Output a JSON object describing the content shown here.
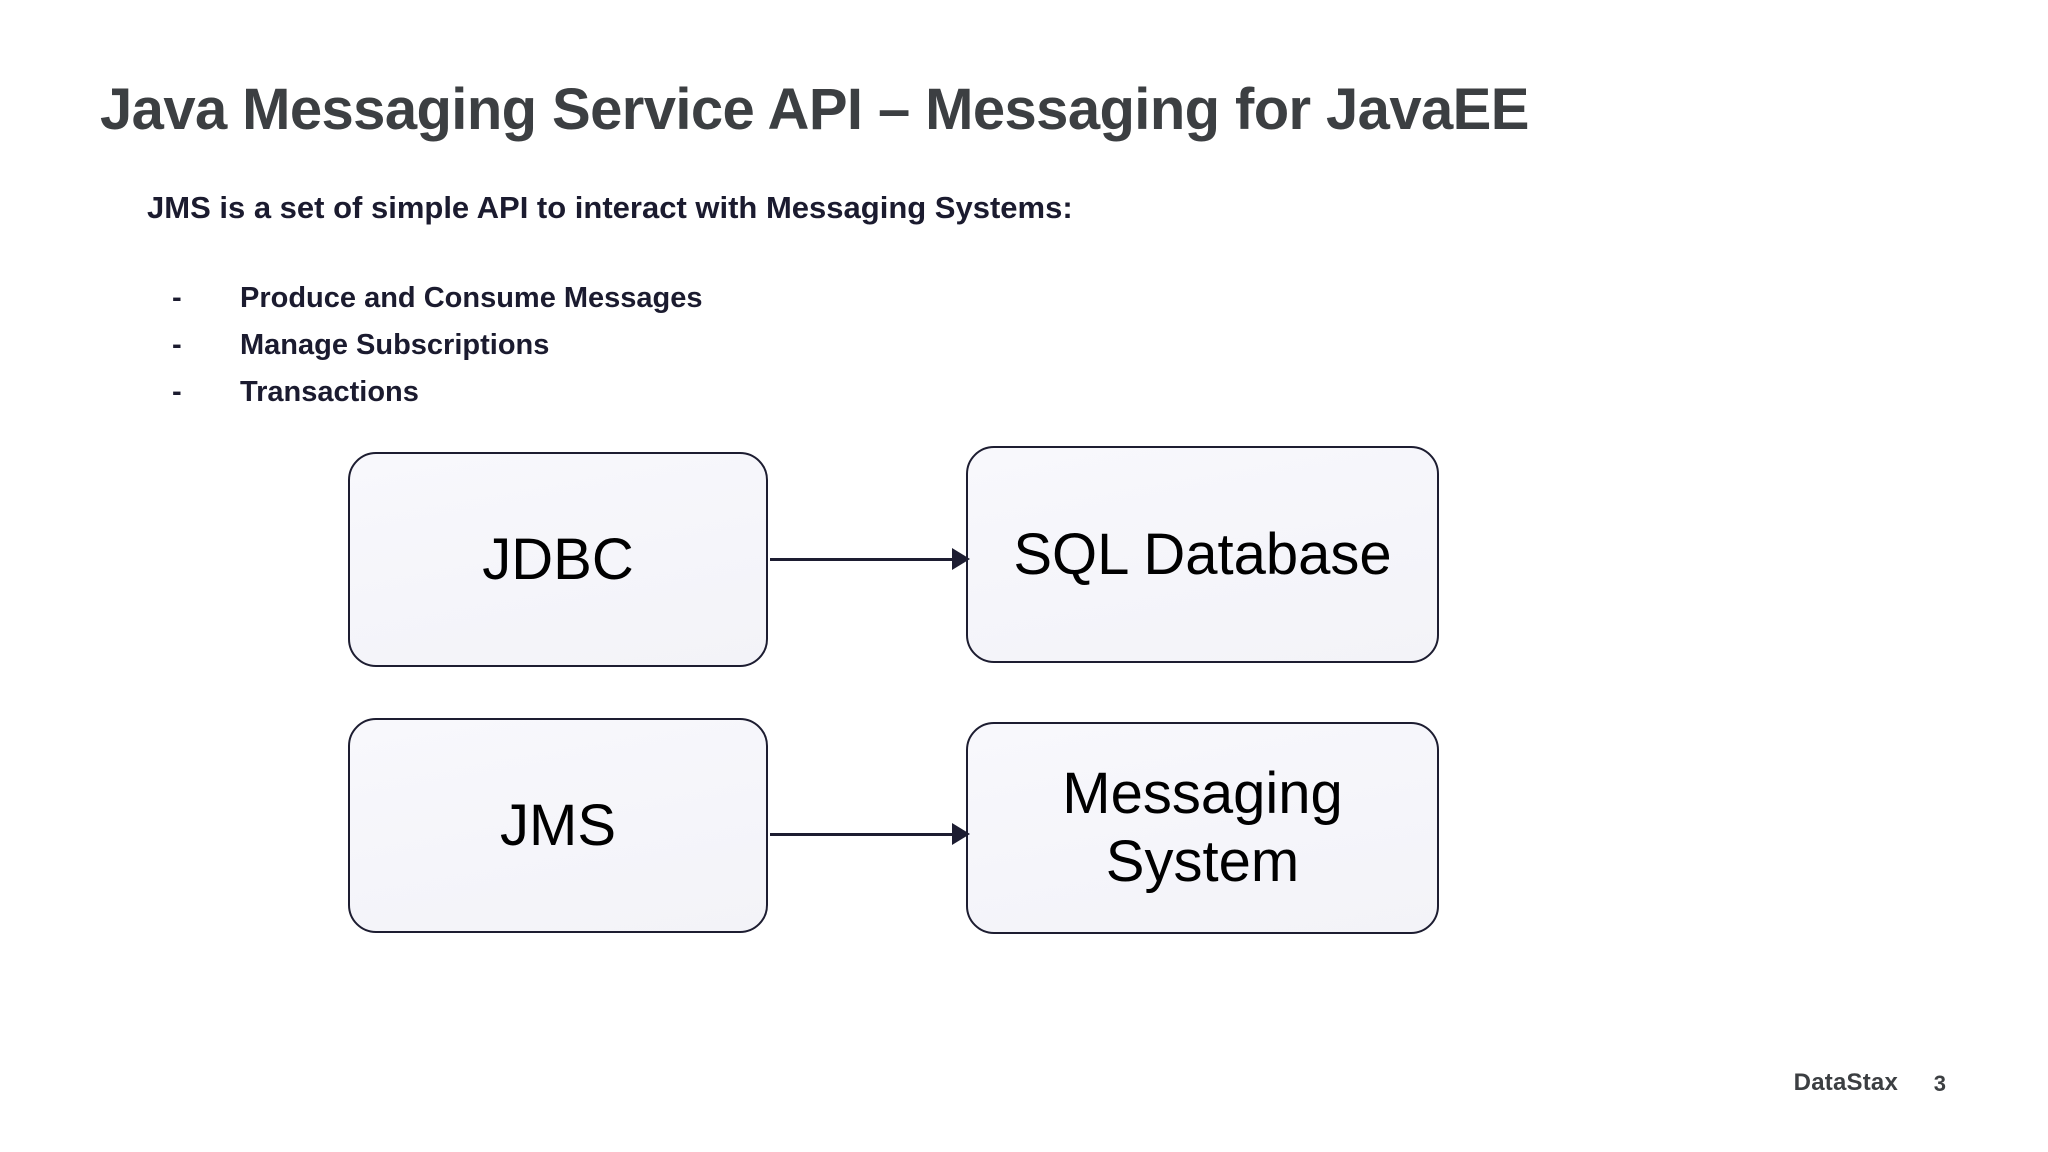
{
  "slide": {
    "title": "Java Messaging Service API – Messaging for JavaEE",
    "intro": "JMS is a set of simple API to interact with Messaging Systems:",
    "bullets": [
      {
        "marker": "-",
        "text": "Produce and Consume Messages"
      },
      {
        "marker": "-",
        "text": "Manage Subscriptions"
      },
      {
        "marker": "-",
        "text": "Transactions"
      }
    ]
  },
  "diagram": {
    "nodes": [
      {
        "id": "jdbc",
        "label": "JDBC"
      },
      {
        "id": "sql",
        "label": "SQL Database"
      },
      {
        "id": "jms",
        "label": "JMS"
      },
      {
        "id": "msgsys",
        "label_line1": "Messaging",
        "label_line2": "System"
      }
    ],
    "edges": [
      {
        "from": "JDBC",
        "to": "SQL Database"
      },
      {
        "from": "JMS",
        "to": "Messaging System"
      }
    ]
  },
  "footer": {
    "brand": "DataStax",
    "page_number": "3"
  },
  "colors": {
    "background": "#ffffff",
    "title_text": "#3c3f42",
    "body_text": "#1b1b2f",
    "box_border": "#1d1d31",
    "box_fill": "#f5f5fa",
    "arrow": "#1d1d31"
  }
}
